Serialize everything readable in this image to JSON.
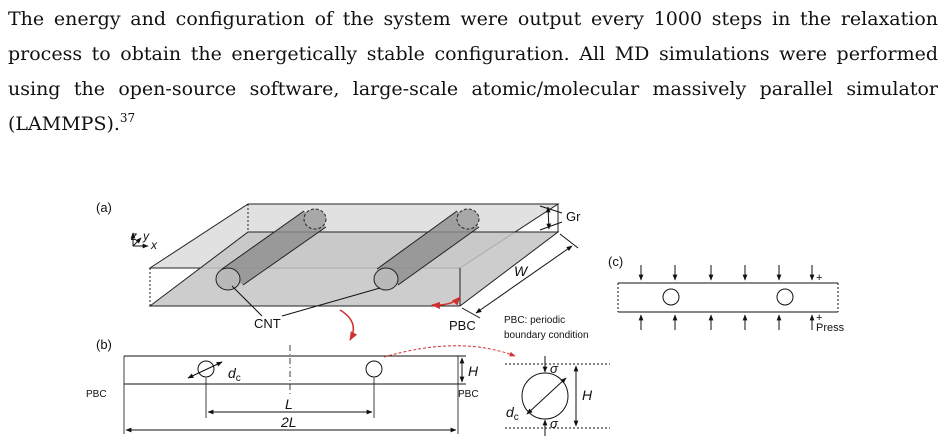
{
  "paragraph": {
    "line1": "The energy and configuration of the system were output every 1000 steps in the relaxation",
    "line2": "process to obtain the energetically stable configuration. All MD simulations were performed",
    "line3": "using the open-source software, large-scale atomic/molecular massively parallel simulator",
    "line4": "(LAMMPS).",
    "citation": "37"
  },
  "figure": {
    "panel_a": {
      "tag": "(a)",
      "axis_z": "z",
      "axis_y": "y",
      "axis_x": "x",
      "gr_label": "Gr",
      "w_label": "W",
      "cnt_label": "CNT",
      "pbc_label": "PBC",
      "pbc_note_line1": "PBC: periodic",
      "pbc_note_line2": "boundary condition"
    },
    "panel_b": {
      "tag": "(b)",
      "pbc_left": "PBC",
      "pbc_right": "PBC",
      "dc_main": "d",
      "dc_sub": "c",
      "h_label": "H",
      "l_label": "L",
      "two_l_label": "2L",
      "sigma_top": "σ",
      "sigma_bottom": "σ",
      "h_detail": "H",
      "dc_detail_main": "d",
      "dc_detail_sub": "c"
    },
    "panel_c": {
      "tag": "(c)",
      "plus_top": "+",
      "plus_bottom": "+",
      "press_label": "Press"
    }
  }
}
